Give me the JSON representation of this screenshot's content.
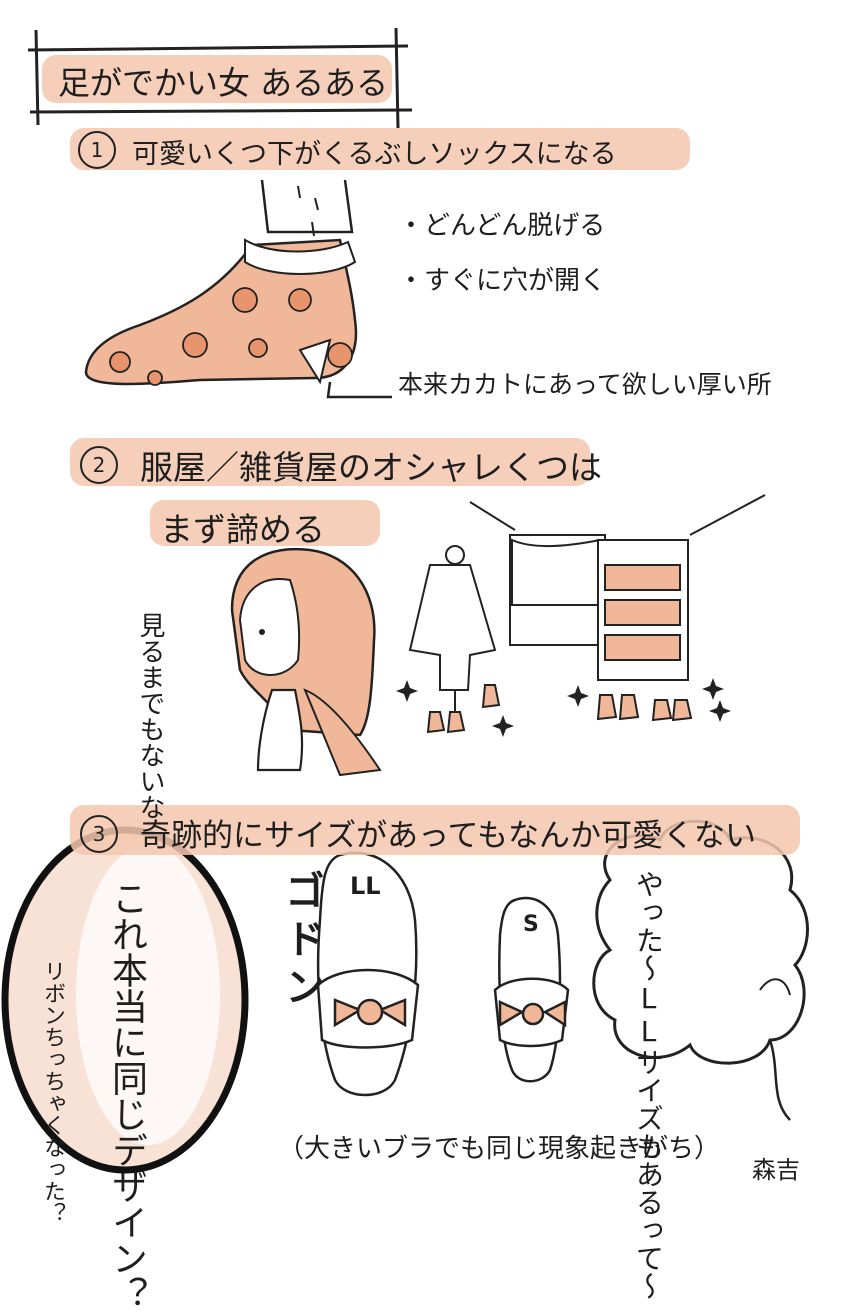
{
  "title": "足がでかい女 あるある",
  "item1": {
    "number": "1",
    "heading": "可愛いくつ下がくるぶしソックスになる",
    "bullets": [
      "・どんどん脱げる",
      "・すぐに穴が開く"
    ],
    "callout": "本来カカトにあって欲しい厚い所"
  },
  "item2": {
    "number": "2",
    "heading": "服屋／雑貨屋のオシャレくつは",
    "heading2": "まず諦める",
    "bubble": "見るまでもないな"
  },
  "item3": {
    "number": "3",
    "heading": "奇跡的にサイズがあってもなんか可愛くない",
    "sfx": "ゴドン",
    "size_large": "LL",
    "size_small": "S",
    "thought": "やった〜LLサイズもあるって〜",
    "circle_main": "これ本当に同じデザイン？",
    "circle_side": "リボンちっちゃくなった？",
    "footnote": "（大きいブラでも同じ現象起きがち）"
  },
  "signature": "森吉",
  "colors": {
    "highlight": "#f3c7ae",
    "ink": "#1e1e1e",
    "pattern": "#e9a27f"
  }
}
